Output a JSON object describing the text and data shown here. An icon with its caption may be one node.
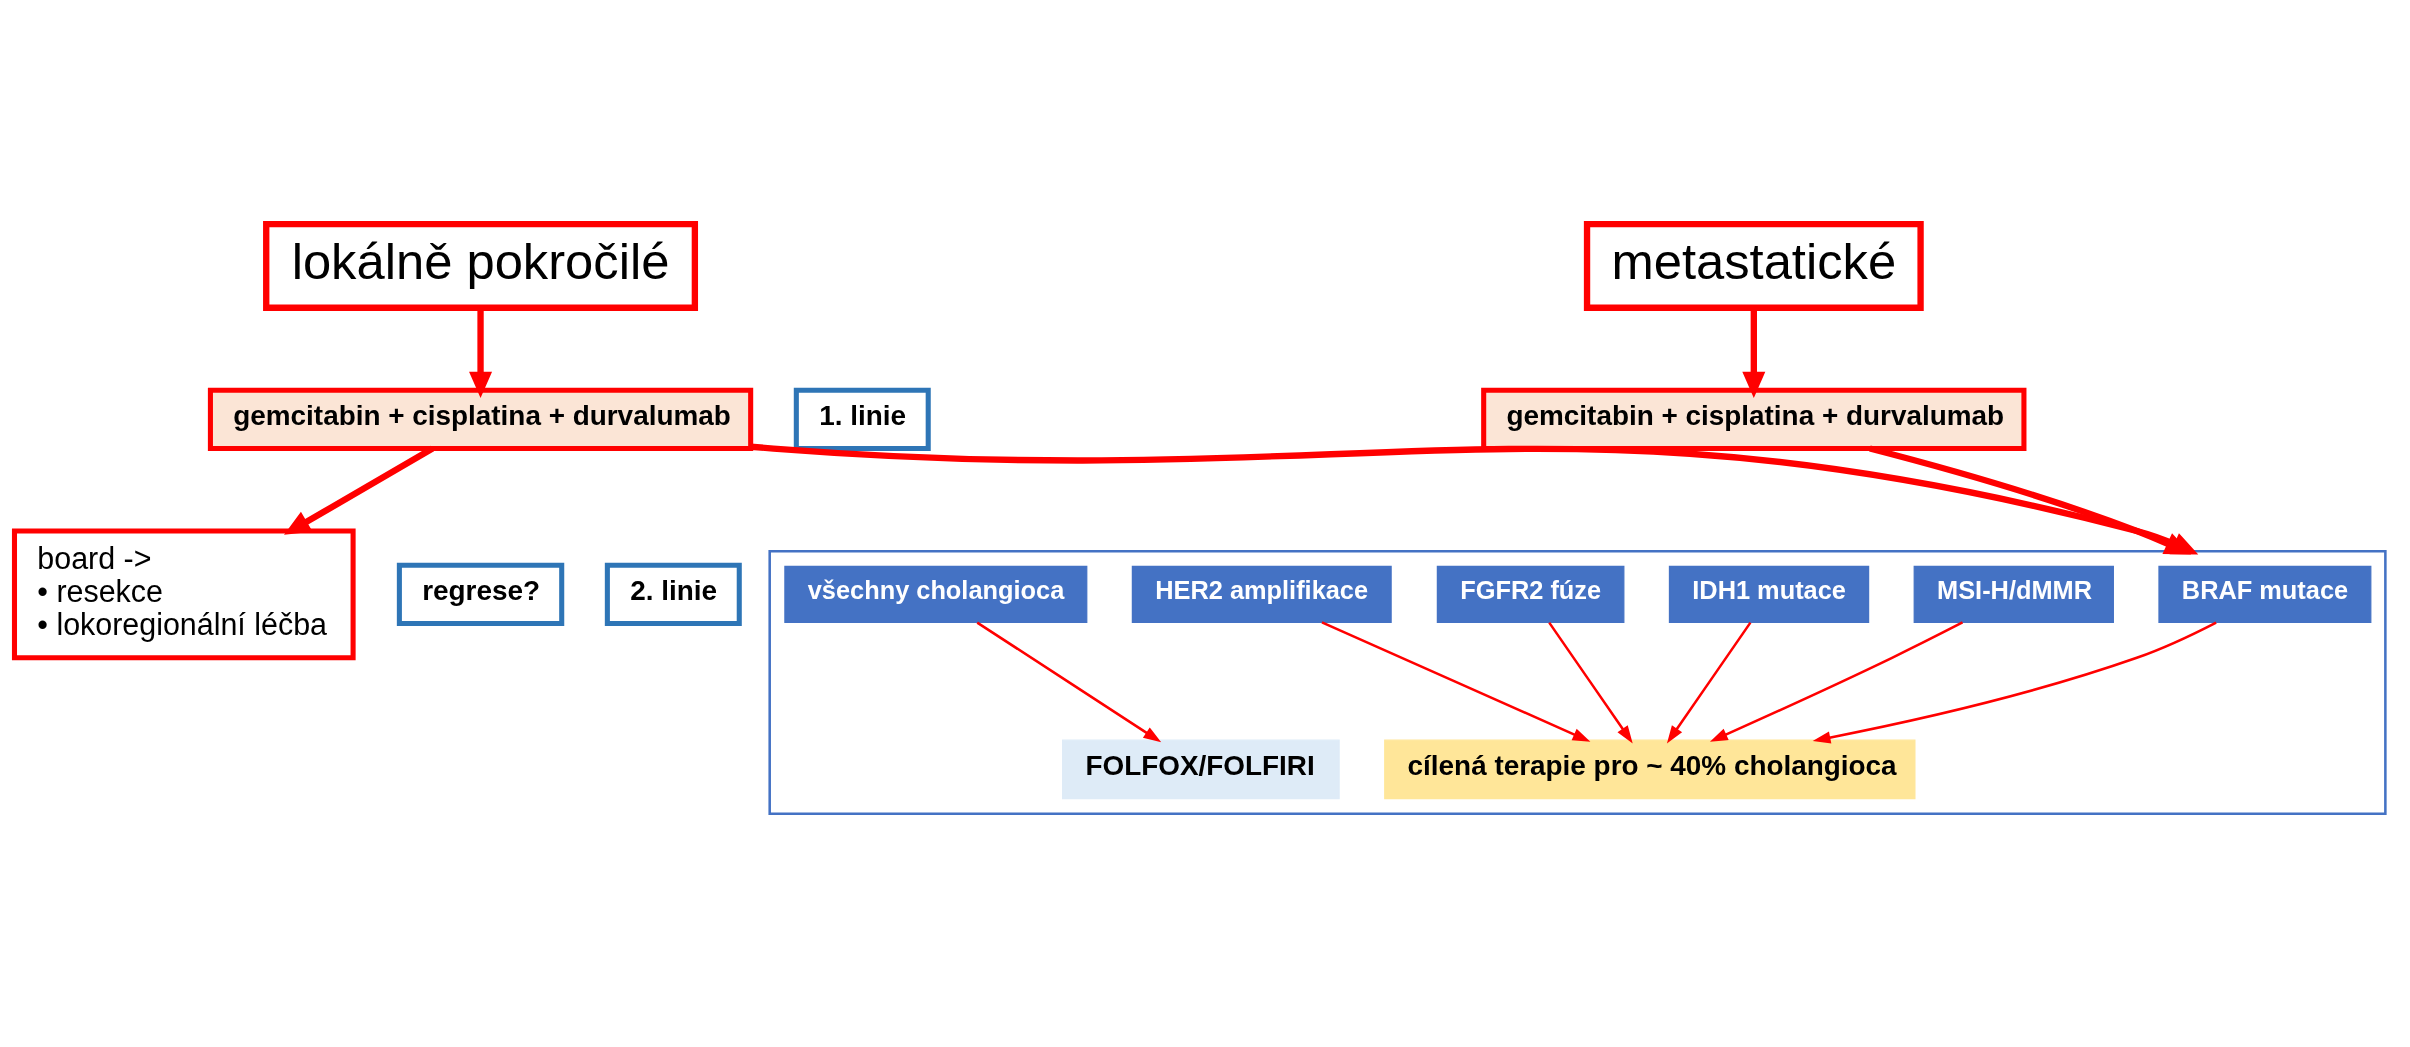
{
  "diagram": {
    "nodes": [
      {
        "text": [
          "lokálně pokročilé"
        ]
      },
      {
        "text": [
          "metastatické"
        ]
      },
      {
        "text": [
          "gemcitabin + cisplatina + durvalumab"
        ]
      },
      {
        "text": [
          "1. linie"
        ]
      },
      {
        "text": [
          "gemcitabin + cisplatina + durvalumab"
        ]
      },
      {
        "text": [
          "regrese?"
        ]
      },
      {
        "text": [
          "2. linie"
        ]
      },
      {
        "text": [
          "board ->",
          "• resekce",
          "• lokoregionální léčba"
        ]
      },
      {
        "text": [],
        "shape": "box"
      },
      {
        "text": [
          "všechny cholangioca"
        ],
        "in": 8
      },
      {
        "text": [
          "IDH1 mutace"
        ],
        "in": 8
      },
      {
        "text": [
          "FGFR2 fúze"
        ],
        "in": 8
      },
      {
        "text": [
          "BRAF mutace"
        ],
        "in": 8
      },
      {
        "text": [
          "HER2 amplifikace"
        ],
        "in": 8
      },
      {
        "text": [
          "MSI-H/dMMR"
        ],
        "in": 8
      },
      {
        "text": [
          "FOLFOX/FOLFIRI"
        ],
        "in": 8
      },
      {
        "text": [
          "cílená terapie pro ~ 40% cholangioca"
        ],
        "in": 8
      }
    ],
    "edges": [
      {
        "from": 0,
        "to": 2,
        "arrow": "to",
        "style": "thick"
      },
      {
        "from": 1,
        "to": 4,
        "arrow": "to",
        "style": "thick"
      },
      {
        "from": 2,
        "to": 7,
        "arrow": "to",
        "style": "thick"
      },
      {
        "from": 2,
        "to": 8,
        "arrow": "to",
        "style": "thick"
      },
      {
        "from": 4,
        "to": 8,
        "arrow": "to",
        "style": "thick"
      },
      {
        "from": 9,
        "to": 15,
        "arrow": "to"
      },
      {
        "from": 10,
        "to": 16,
        "arrow": "to"
      },
      {
        "from": 11,
        "to": 16,
        "arrow": "to"
      },
      {
        "from": 12,
        "to": 16,
        "arrow": "to"
      },
      {
        "from": 13,
        "to": 16,
        "arrow": "to"
      },
      {
        "from": 14,
        "to": 16,
        "arrow": "to"
      }
    ]
  }
}
